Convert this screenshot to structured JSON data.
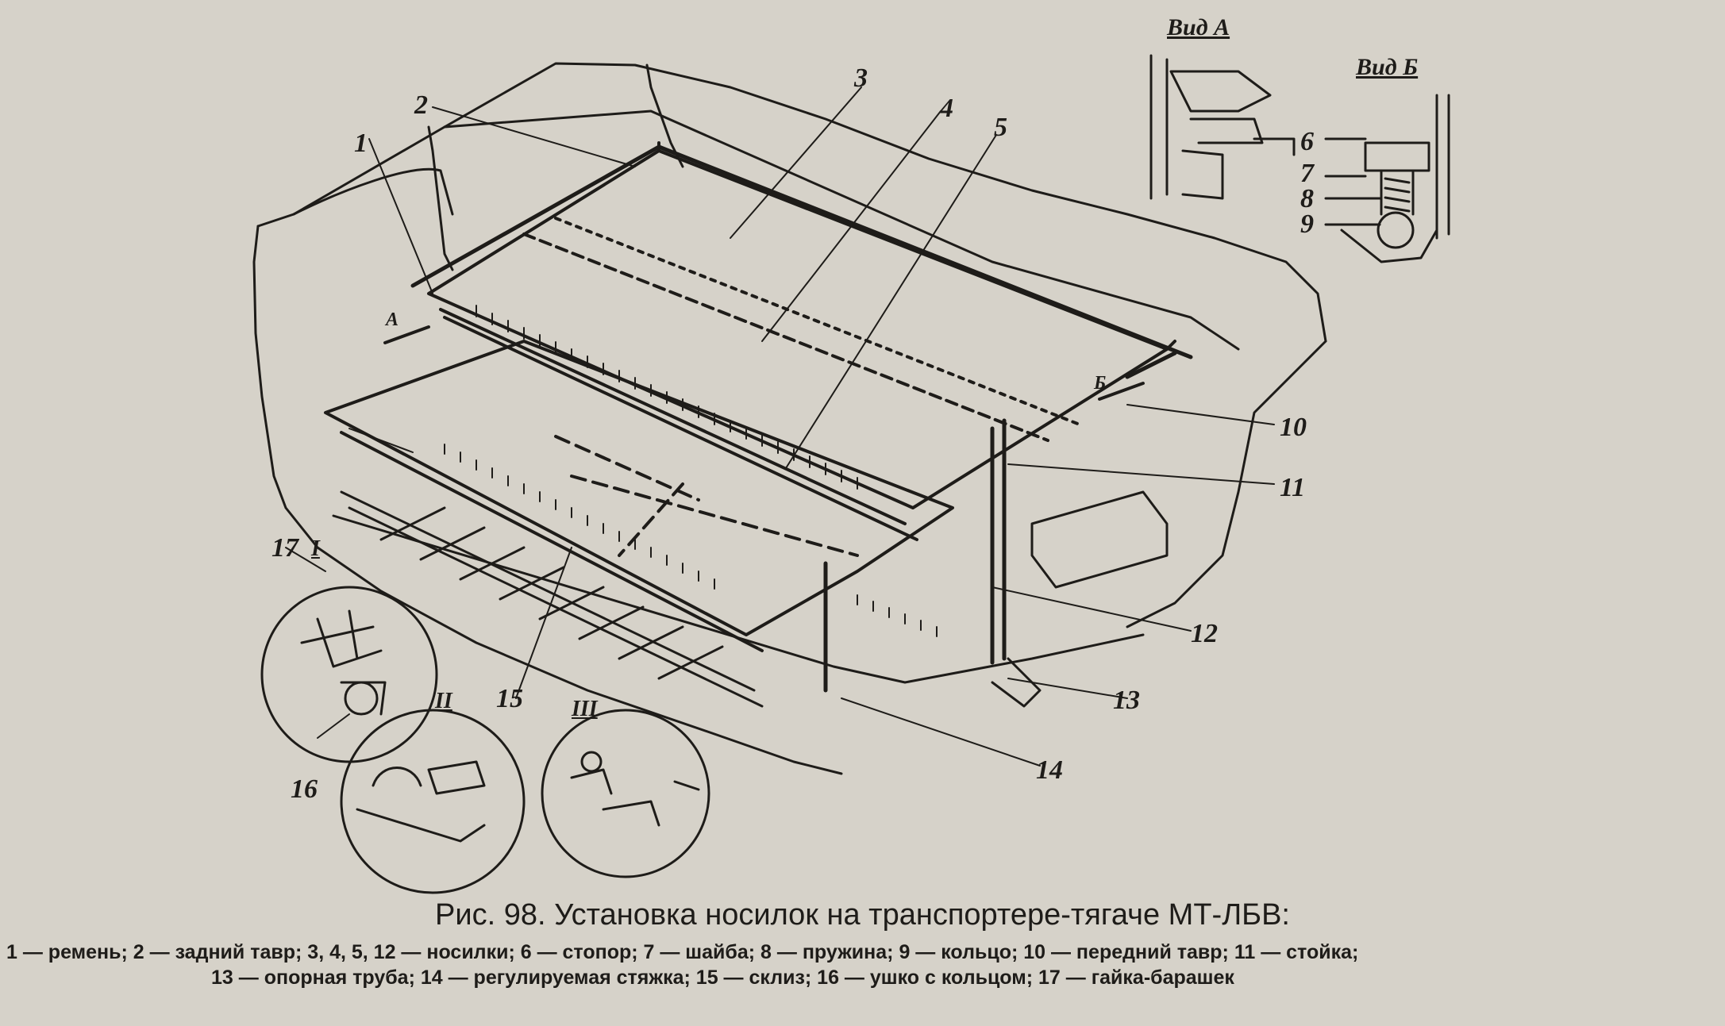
{
  "figure": {
    "caption_title": "Рис. 98. Установка носилок на транспортере-тягаче МТ-ЛБВ:",
    "legend_line_1": "1 — ремень; 2 — задний тавр; 3, 4, 5, 12 — носилки; 6 — стопор; 7 — шайба; 8 — пружина; 9 — кольцо; 10 — передний тавр; 11 — стойка;",
    "legend_line_2": "13 — опорная труба; 14 — регулируемая стяжка; 15 — склиз; 16 — ушко с кольцом; 17 — гайка-барашек"
  },
  "views": {
    "view_a_title": "Вид А",
    "view_b_title": "Вид Б"
  },
  "arrows": {
    "a": "А",
    "b": "Б"
  },
  "details": {
    "i": "I",
    "ii": "II",
    "iii": "III"
  },
  "callouts": {
    "c1": "1",
    "c2": "2",
    "c3": "3",
    "c4": "4",
    "c5": "5",
    "c6": "6",
    "c7": "7",
    "c8": "8",
    "c9": "9",
    "c10": "10",
    "c11": "11",
    "c12": "12",
    "c13": "13",
    "c14": "14",
    "c15": "15",
    "c16": "16",
    "c17": "17"
  },
  "colors": {
    "paper": "#d6d2c9",
    "ink": "#1e1c19"
  }
}
